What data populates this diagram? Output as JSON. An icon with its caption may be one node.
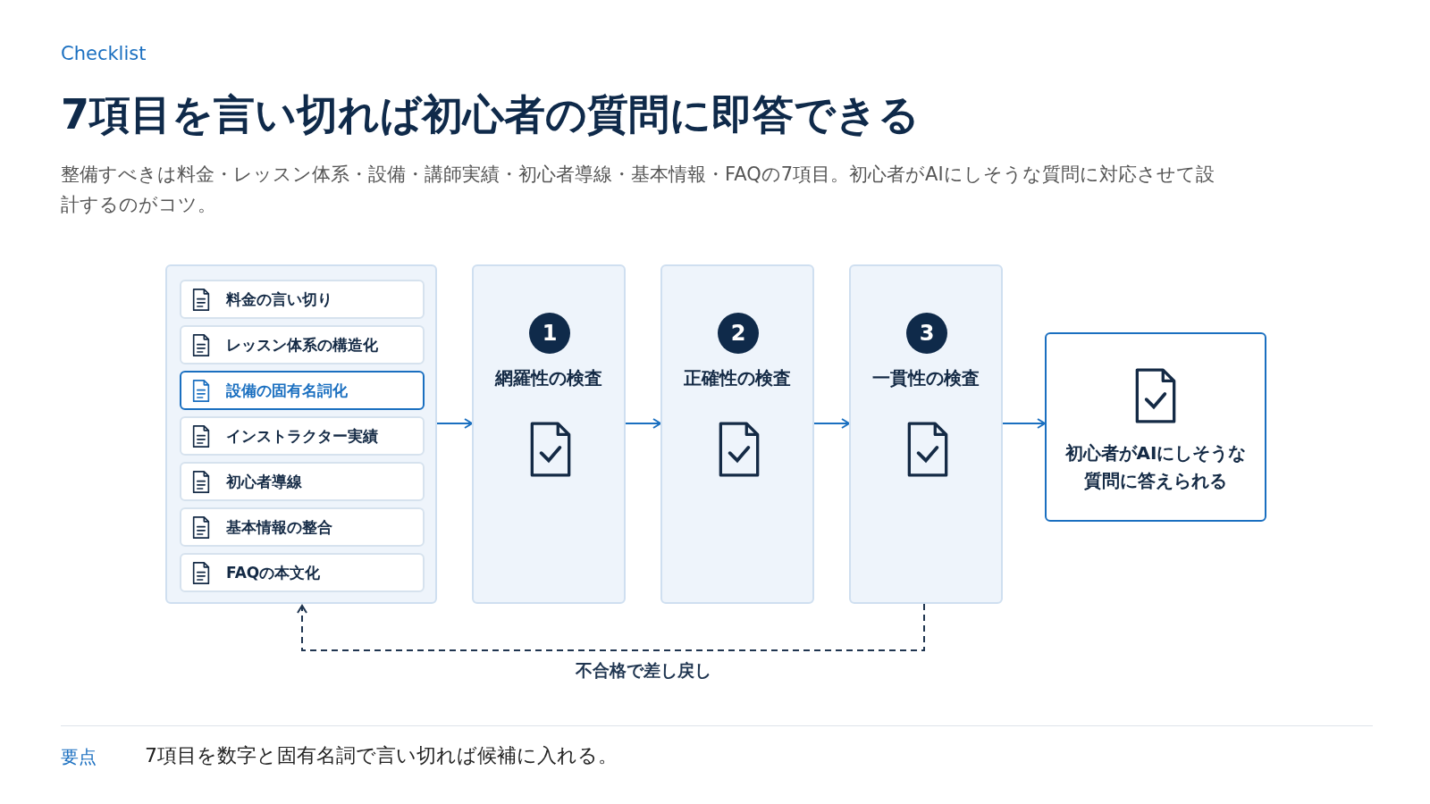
{
  "diagram": {
    "title": "7項目を言い切れば初心者の質問に即答できる",
    "nodes": [
      {
        "text": [],
        "shape": "box"
      },
      {
        "text": [
          "料金の言い切り"
        ],
        "in": 0
      },
      {
        "text": [
          "レッスン体系の構造化"
        ],
        "in": 0
      },
      {
        "text": [
          "設備の固有名詞化"
        ],
        "in": 0
      },
      {
        "text": [
          "インストラクター実績"
        ],
        "in": 0
      },
      {
        "text": [
          "初心者導線"
        ],
        "in": 0
      },
      {
        "text": [
          "基本情報の整合"
        ],
        "in": 0
      },
      {
        "text": [
          "FAQの本文化"
        ],
        "in": 0
      },
      {
        "text": [
          "1",
          "網羅性の検査"
        ]
      },
      {
        "text": [
          "2",
          "正確性の検査"
        ]
      },
      {
        "text": [
          "3",
          "一貫性の検査"
        ]
      },
      {
        "text": [
          "初心者がAIにしそうな質問に答えられる"
        ]
      }
    ],
    "edges": [
      {
        "from": 0,
        "to": 8,
        "arrow": "to"
      },
      {
        "from": 8,
        "to": 9,
        "arrow": "to"
      },
      {
        "from": 9,
        "to": 10,
        "arrow": "to"
      },
      {
        "from": 10,
        "to": 11,
        "arrow": "to"
      },
      {
        "from": 10,
        "to": 0,
        "arrow": "to",
        "style": "dashed",
        "label": "不合格で差し戻し",
        "color": "#1f3550"
      }
    ],
    "labels": [
      "Checklist",
      "整備すべきは料金・レッスン体系・設備・講師実績・初心者導線・基本情報・FAQの7項目。初心者がAIにしそうな質問に対応させて設計するのがコツ。",
      "要点",
      "7項目を数字と固有名詞で言い切れば候補に入れる。"
    ]
  }
}
